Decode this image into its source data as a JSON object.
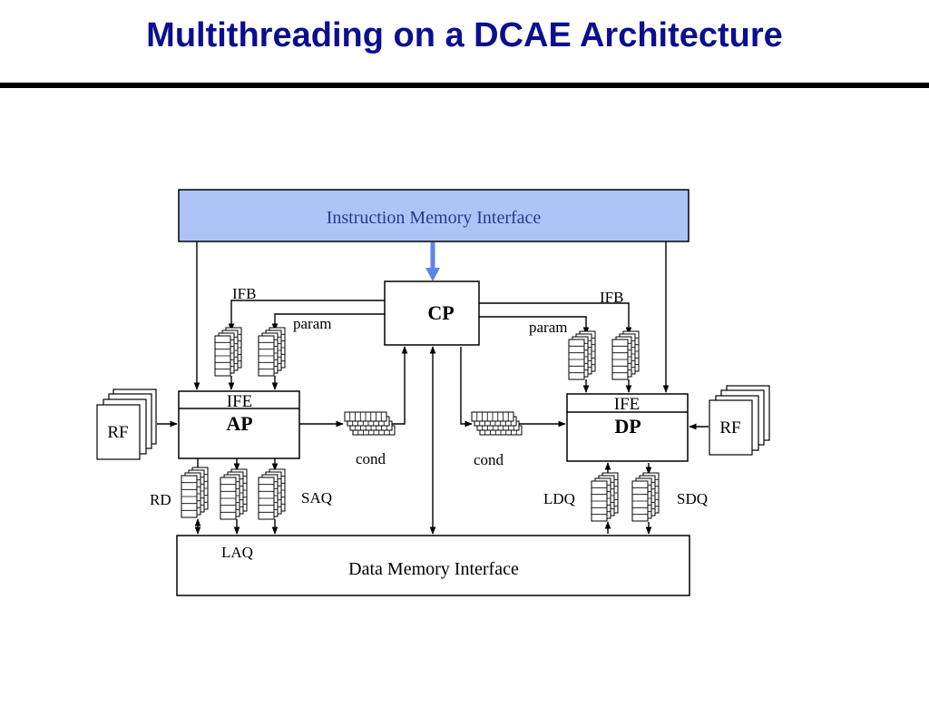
{
  "title": "Multithreading on a DCAE Architecture",
  "colors": {
    "title": "#0b0f8f",
    "instruction_box_fill": "#adc4f7",
    "instruction_text": "#2a3a8c",
    "cp_arrow": "#5b86e6"
  },
  "blocks": {
    "instruction_memory": "Instruction Memory Interface",
    "data_memory": "Data Memory Interface",
    "cp": "CP",
    "ap": "AP",
    "dp": "DP",
    "ap_ife": "IFE",
    "dp_ife": "IFE",
    "rf_left": "RF",
    "rf_right": "RF"
  },
  "queues": {
    "ifb_left": "IFB",
    "param_left": "param",
    "ifb_right": "IFB",
    "param_right": "param",
    "cond_left": "cond",
    "cond_right": "cond",
    "rd": "RD",
    "laq": "LAQ",
    "saq": "SAQ",
    "ldq": "LDQ",
    "sdq": "SDQ"
  }
}
